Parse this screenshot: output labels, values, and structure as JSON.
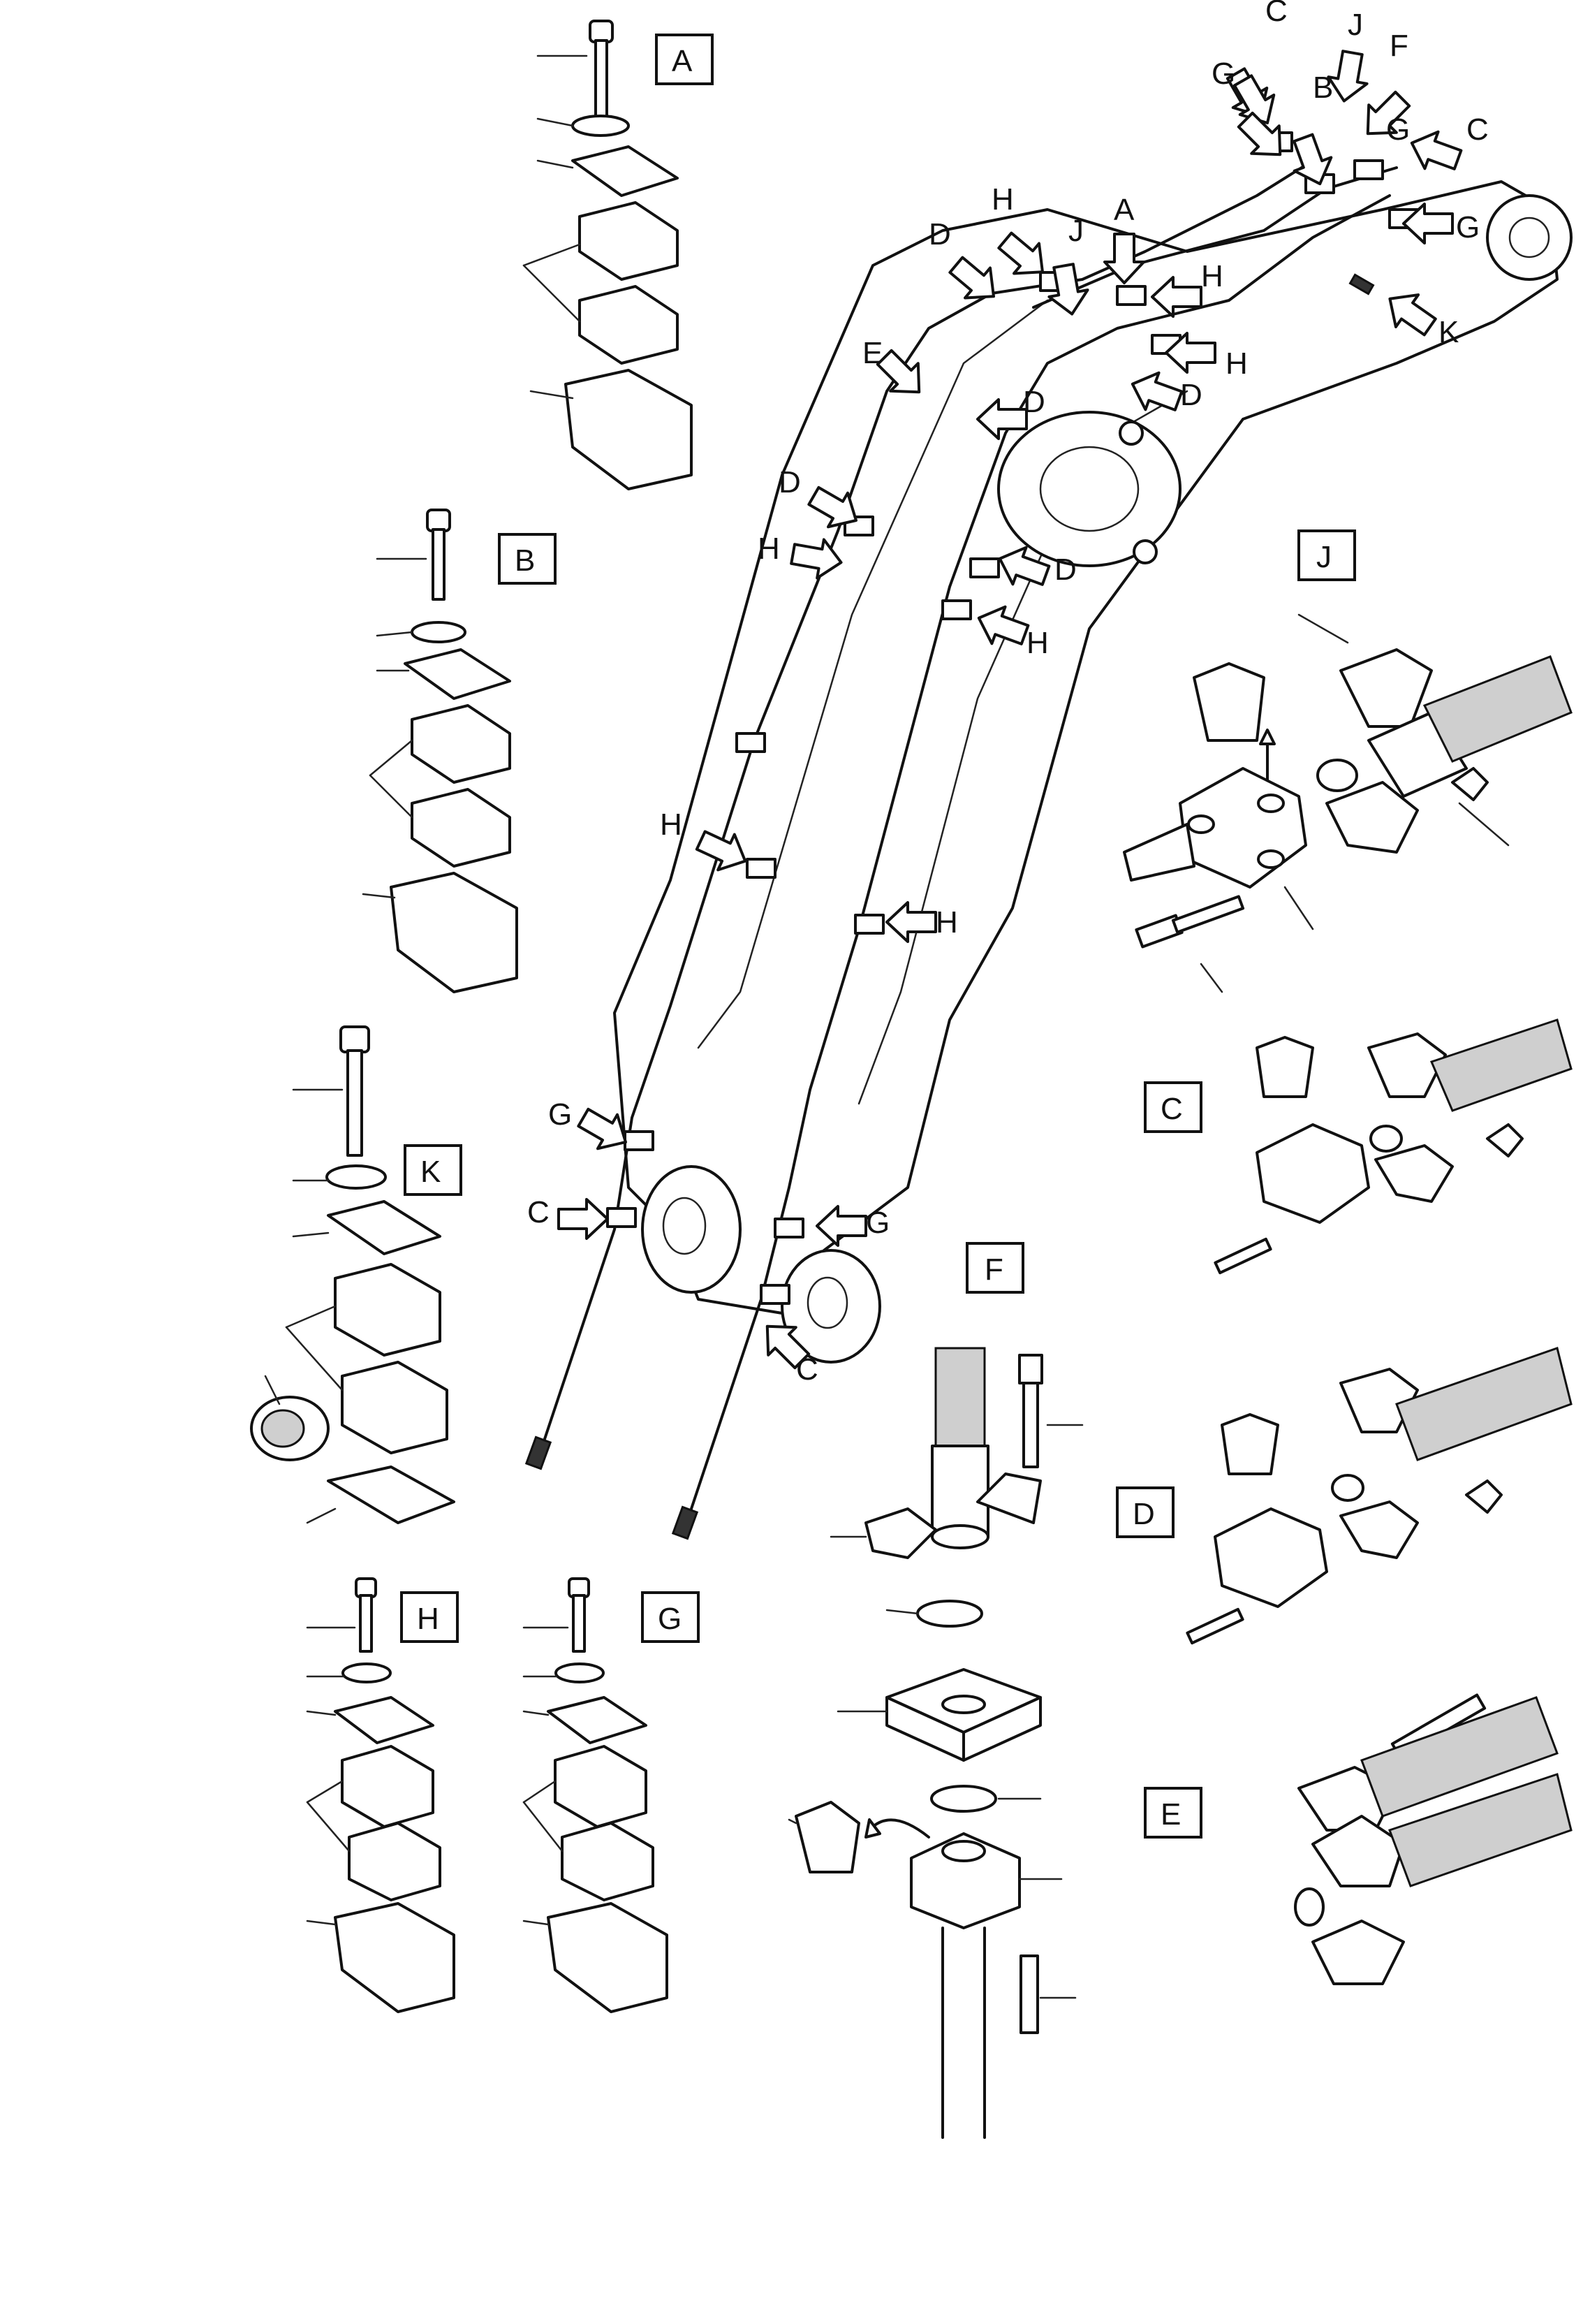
{
  "detail_labels": {
    "A": "A",
    "B": "B",
    "K": "K",
    "H": "H",
    "G": "G",
    "J": "J",
    "C": "C",
    "D": "D",
    "F": "F",
    "E": "E"
  },
  "callouts": {
    "top_C1": "C",
    "top_J": "J",
    "top_F": "F",
    "top_G1": "G",
    "top_B": "B",
    "top_G2": "G",
    "top_C2": "C",
    "top_H1": "H",
    "top_A": "A",
    "top_D1": "D",
    "top_J2": "J",
    "top_H2": "H",
    "top_G3": "G",
    "top_K": "K",
    "top_E": "E",
    "top_D2": "D",
    "top_D3": "D",
    "top_H3": "H",
    "boom_D1": "D",
    "boom_H1": "H",
    "boom_D2": "D",
    "boom_H2": "H",
    "boom_H3": "H",
    "boom_H4": "H",
    "boom_G1": "G",
    "boom_C1": "C",
    "boom_G2": "G",
    "boom_C2": "C"
  },
  "colors": {
    "ink": "#111111",
    "paper": "#ffffff",
    "shade": "#cfcfcf"
  }
}
